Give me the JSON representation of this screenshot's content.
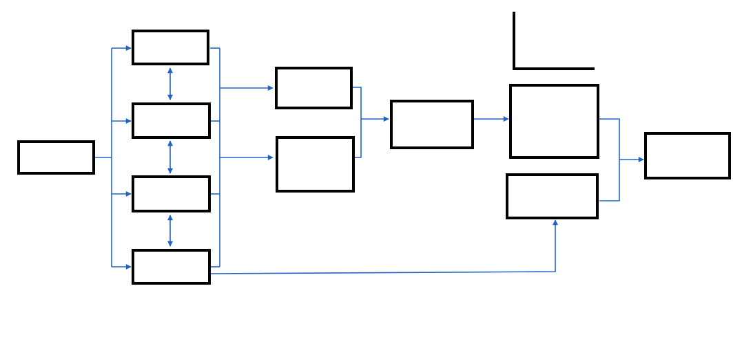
{
  "colors": {
    "background": "#ffffff",
    "box_stroke": "#000000",
    "connector": "#1f63c6"
  },
  "diagram": {
    "nodes": [
      {
        "id": "input"
      },
      {
        "id": "branch-1"
      },
      {
        "id": "branch-2"
      },
      {
        "id": "branch-3"
      },
      {
        "id": "branch-4"
      },
      {
        "id": "mid-upper"
      },
      {
        "id": "mid-lower"
      },
      {
        "id": "combine"
      },
      {
        "id": "stage-upper"
      },
      {
        "id": "stage-lower"
      },
      {
        "id": "output"
      }
    ],
    "edges": [
      {
        "from": "input",
        "to": "branch-1"
      },
      {
        "from": "input",
        "to": "branch-2"
      },
      {
        "from": "input",
        "to": "branch-3"
      },
      {
        "from": "input",
        "to": "branch-4"
      },
      {
        "from": "branch-1",
        "to": "branch-2",
        "bidirectional": true
      },
      {
        "from": "branch-2",
        "to": "branch-3",
        "bidirectional": true
      },
      {
        "from": "branch-3",
        "to": "branch-4",
        "bidirectional": true
      },
      {
        "from": "branch-1",
        "to": "mid-upper"
      },
      {
        "from": "branch-2",
        "to": "mid-upper"
      },
      {
        "from": "branch-3",
        "to": "mid-lower"
      },
      {
        "from": "branch-4",
        "to": "mid-lower"
      },
      {
        "from": "branch-4",
        "to": "stage-lower"
      },
      {
        "from": "mid-upper",
        "to": "combine"
      },
      {
        "from": "mid-lower",
        "to": "combine"
      },
      {
        "from": "combine",
        "to": "stage-upper"
      },
      {
        "from": "stage-upper",
        "to": "output"
      },
      {
        "from": "stage-lower",
        "to": "output"
      }
    ]
  }
}
